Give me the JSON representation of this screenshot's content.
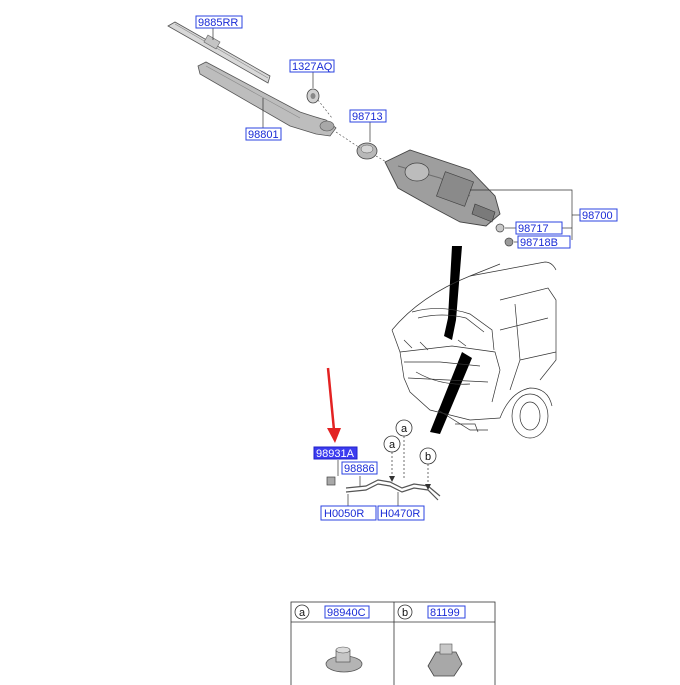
{
  "parts": {
    "wiper_blade": "9885RR",
    "nut_1327": "1327AQ",
    "wiper_arm": "98801",
    "cap_98713": "98713",
    "motor_assy": "98700",
    "part_98717": "98717",
    "part_98718": "98718B",
    "hose_selected": "98931A",
    "nozzle_98886": "98886",
    "hose_h0050": "H0050R",
    "hose_h0470": "H0470R"
  },
  "callouts": {
    "a": "a",
    "b": "b"
  },
  "legend": {
    "a_letter": "a",
    "a_part": "98940C",
    "b_letter": "b",
    "b_part": "81199"
  },
  "colors": {
    "label_blue": "#1a2bd6",
    "highlight": "#3b3bf0",
    "arrow_red": "#e32222"
  }
}
